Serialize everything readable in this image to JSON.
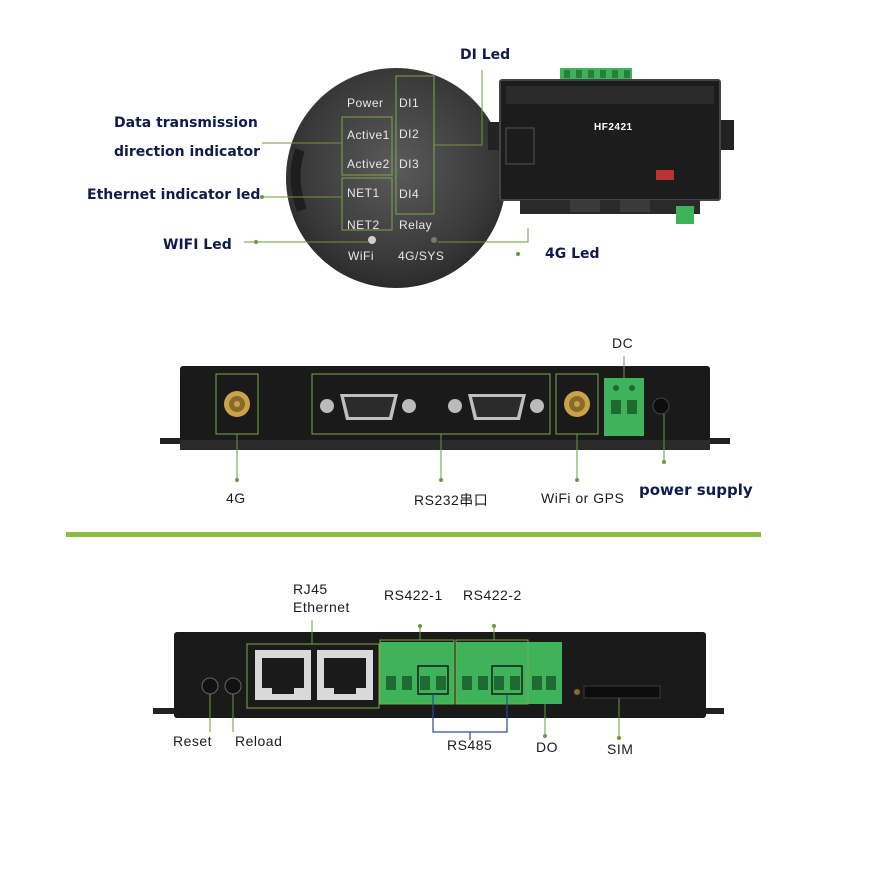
{
  "top_section": {
    "callouts": {
      "di_led": "DI Led",
      "data_transmission_line1": "Data transmission",
      "data_transmission_line2": "direction indicator",
      "ethernet_led": "Ethernet indicator led",
      "wifi_led": "WIFI Led",
      "g4_led": "4G Led"
    },
    "zoom_panel": {
      "power": "Power",
      "active1": "Active1",
      "active2": "Active2",
      "net1": "NET1",
      "net2": "NET2",
      "wifi": "WiFi",
      "di1": "DI1",
      "di2": "DI2",
      "di3": "DI3",
      "di4": "DI4",
      "relay": "Relay",
      "sys": "4G/SYS"
    },
    "device_model": "HF2421"
  },
  "middle_section": {
    "labels": {
      "dc": "DC",
      "g4": "4G",
      "rs232": "RS232串口",
      "wifi_gps": "WiFi or GPS",
      "power_supply": "power supply"
    }
  },
  "bottom_section": {
    "labels": {
      "rj45_line1": "RJ45",
      "rj45_line2": "Ethernet",
      "rs422_1": "RS422-1",
      "rs422_2": "RS422-2",
      "reset": "Reset",
      "reload": "Reload",
      "rs485": "RS485",
      "do": "DO",
      "sim": "SIM"
    }
  },
  "colors": {
    "navy_text": "#0f1b4d",
    "divider_green": "#8bbb44",
    "terminal_green": "#3fb35a",
    "device_black": "#1a1a1a",
    "callout_line": "#6b9a3a"
  }
}
